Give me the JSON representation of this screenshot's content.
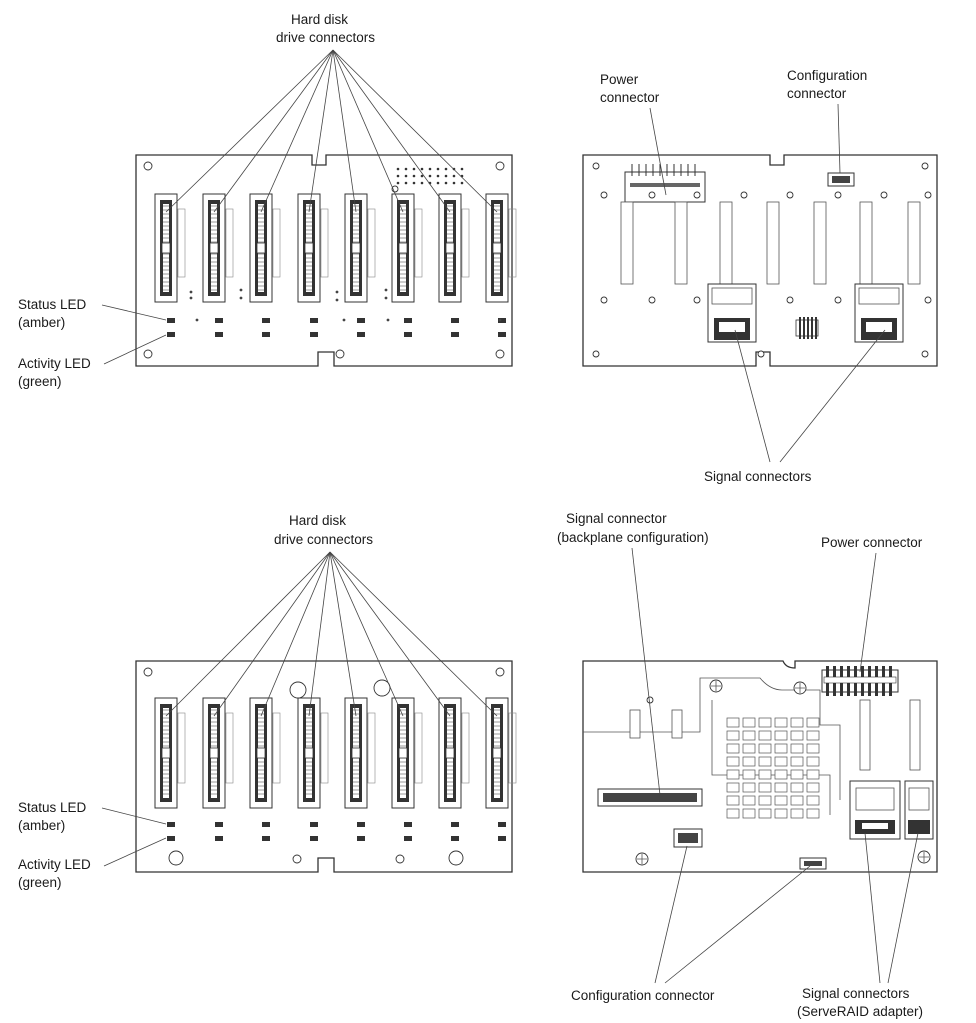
{
  "labels": {
    "tl_hdd_line1": "Hard disk",
    "tl_hdd_line2": "drive connectors",
    "tl_status_line1": "Status LED",
    "tl_status_line2": "(amber)",
    "tl_activity_line1": "Activity LED",
    "tl_activity_line2": "(green)",
    "tr_power_line1": "Power",
    "tr_power_line2": "connector",
    "tr_config_line1": "Configuration",
    "tr_config_line2": "connector",
    "tr_signal": "Signal connectors",
    "bl_hdd_line1": "Hard disk",
    "bl_hdd_line2": "drive connectors",
    "bl_status_line1": "Status LED",
    "bl_status_line2": "(amber)",
    "bl_activity_line1": "Activity LED",
    "bl_activity_line2": "(green)",
    "br_signal_line1": "Signal connector",
    "br_signal_line2": "(backplane configuration)",
    "br_power": "Power connector",
    "br_config": "Configuration connector",
    "br_signals_line1": "Signal connectors",
    "br_signals_line2": "(ServeRAID adapter)"
  },
  "drive_connector_count": 8,
  "colors": {
    "ink": "#222222",
    "line": "#444444",
    "background": "#ffffff"
  }
}
